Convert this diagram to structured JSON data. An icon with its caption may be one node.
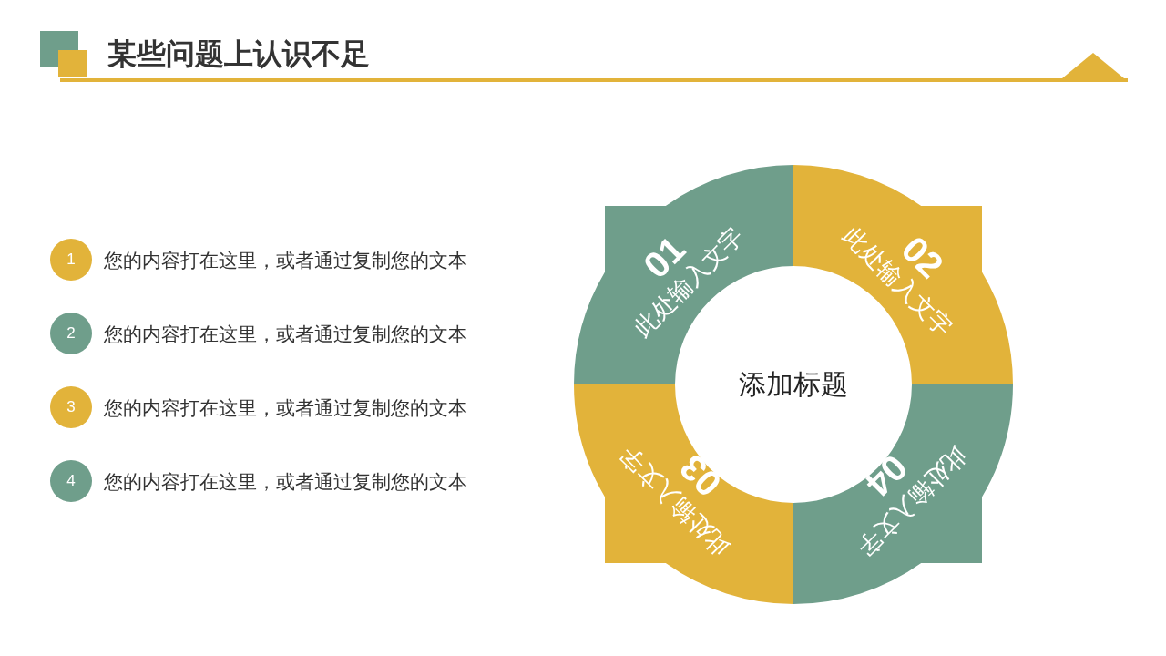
{
  "diagram": {
    "title": "某些问题上认识不足",
    "nodes": [
      {
        "text": [
          "1"
        ],
        "beside": [
          "您的内容打在这里，或者通过复制您的文本"
        ]
      },
      {
        "text": [
          "2"
        ],
        "beside": [
          "您的内容打在这里，或者通过复制您的文本"
        ]
      },
      {
        "text": [
          "3"
        ],
        "beside": [
          "您的内容打在这里，或者通过复制您的文本"
        ]
      },
      {
        "text": [
          "4"
        ],
        "beside": [
          "您的内容打在这里，或者通过复制您的文本"
        ]
      },
      {
        "text": [
          "01",
          "此处输入文字"
        ]
      },
      {
        "text": [
          "02",
          "此处输入文字"
        ]
      },
      {
        "text": [
          "03",
          "此处输入文字"
        ]
      },
      {
        "text": [
          "04",
          "此处输入文字"
        ]
      },
      {
        "text": [
          "添加标题"
        ]
      }
    ],
    "edges": []
  }
}
